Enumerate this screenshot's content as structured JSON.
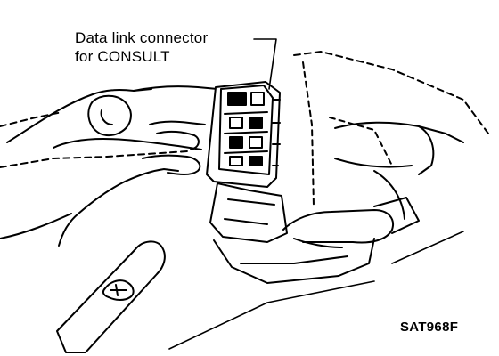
{
  "callout": {
    "line1": "Data link connector",
    "line2": "for CONSULT"
  },
  "figure_code": "SAT968F",
  "colors": {
    "ink": "#000000",
    "paper": "#ffffff"
  }
}
